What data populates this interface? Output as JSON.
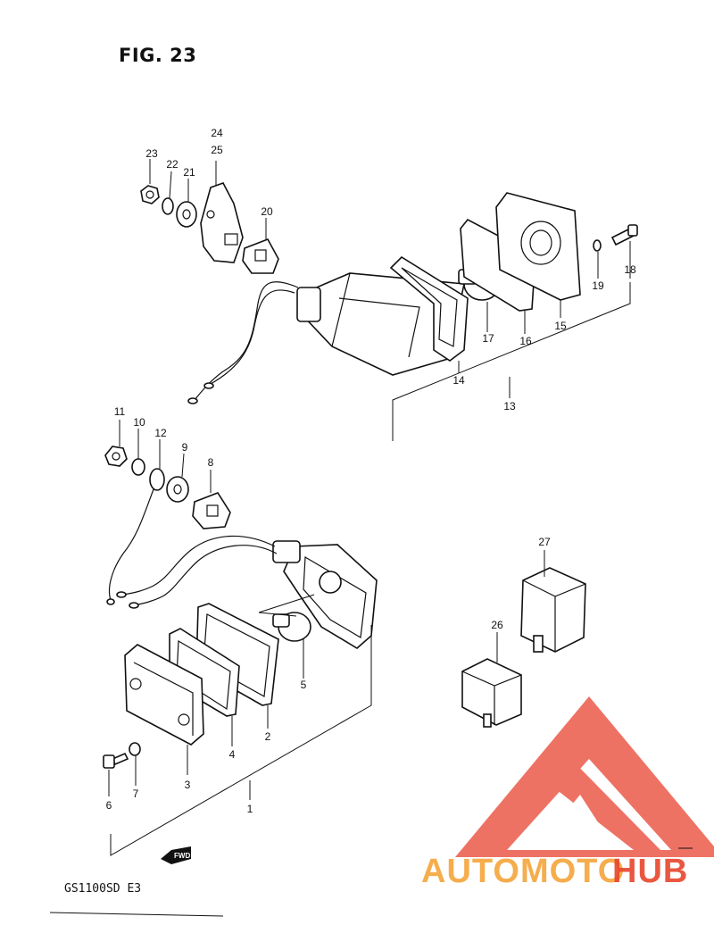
{
  "figure": {
    "title": "FIG. 23",
    "model": "GS1100SD E3"
  },
  "callouts": [
    "24",
    "25",
    "23",
    "22",
    "21",
    "20",
    "19",
    "18",
    "17",
    "16",
    "15",
    "14",
    "13",
    "11",
    "10",
    "12",
    "9",
    "8",
    "27",
    "26",
    "5",
    "2",
    "4",
    "3",
    "7",
    "6",
    "1"
  ],
  "direction_label": "FWD",
  "watermark": {
    "part1": "AUTOMOTO",
    "part2": "HUB",
    "color_red": "#e8452c",
    "color_orange": "#f4a53a"
  },
  "colors": {
    "ink": "#111111",
    "background": "#ffffff"
  }
}
